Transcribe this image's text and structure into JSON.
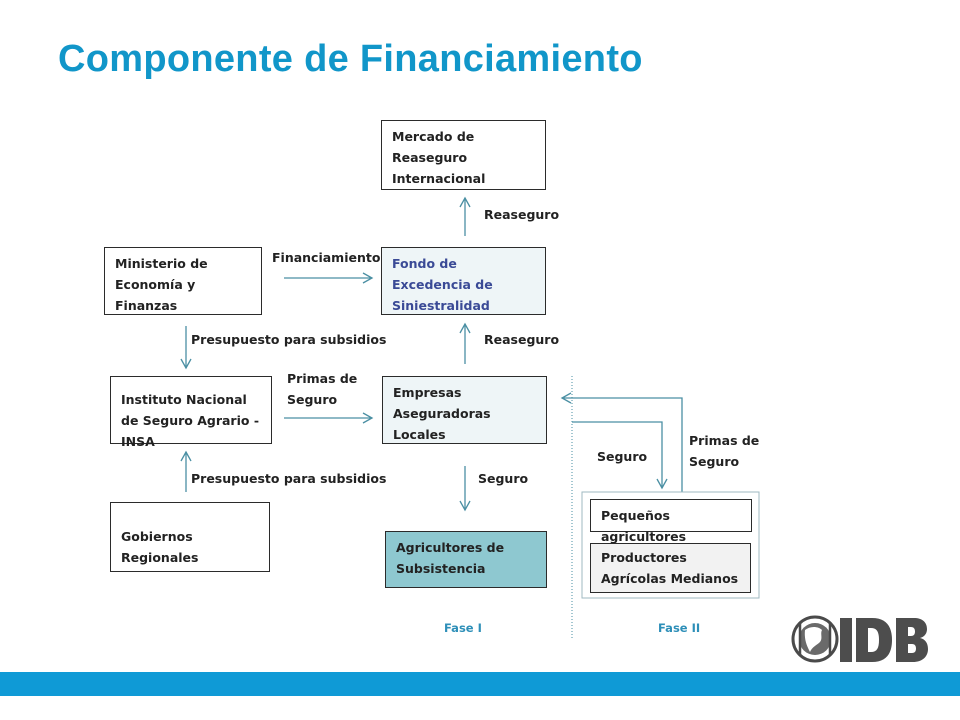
{
  "title": "Componente de Financiamiento",
  "nodes": {
    "mercado": "Mercado de Reaseguro Internacional",
    "fondo": "Fondo de Excedencia de Siniestralidad",
    "ministerio": "Ministerio de Economía y Finanzas",
    "insa": "Instituto Nacional de Seguro  Agrario - INSA",
    "empresas": "Empresas Aseguradoras Locales",
    "gobiernos": "Gobiernos Regionales",
    "agricultores": "Agricultores de Subsistencia",
    "pequenos": "Pequeños agricultores",
    "productores": "Productores Agrícolas Medianos"
  },
  "edges": {
    "reaseguro_top": "Reaseguro",
    "reaseguro_mid": "Reaseguro",
    "financiamiento": "Financiamiento",
    "presupuesto_top": "Presupuesto para subsidios",
    "presupuesto_bottom": "Presupuesto para subsidios",
    "primas_left": "Primas de Seguro",
    "seguro_down": "Seguro",
    "seguro_right": "Seguro",
    "primas_right": "Primas de Seguro"
  },
  "phases": {
    "fase1": "Fase I",
    "fase2": "Fase II"
  },
  "logo_text": "IDB",
  "colors": {
    "title": "#1196c9",
    "arrow": "#4a8fa3",
    "footer": "#0f9ad6",
    "teal_box": "#8ec8d0"
  }
}
